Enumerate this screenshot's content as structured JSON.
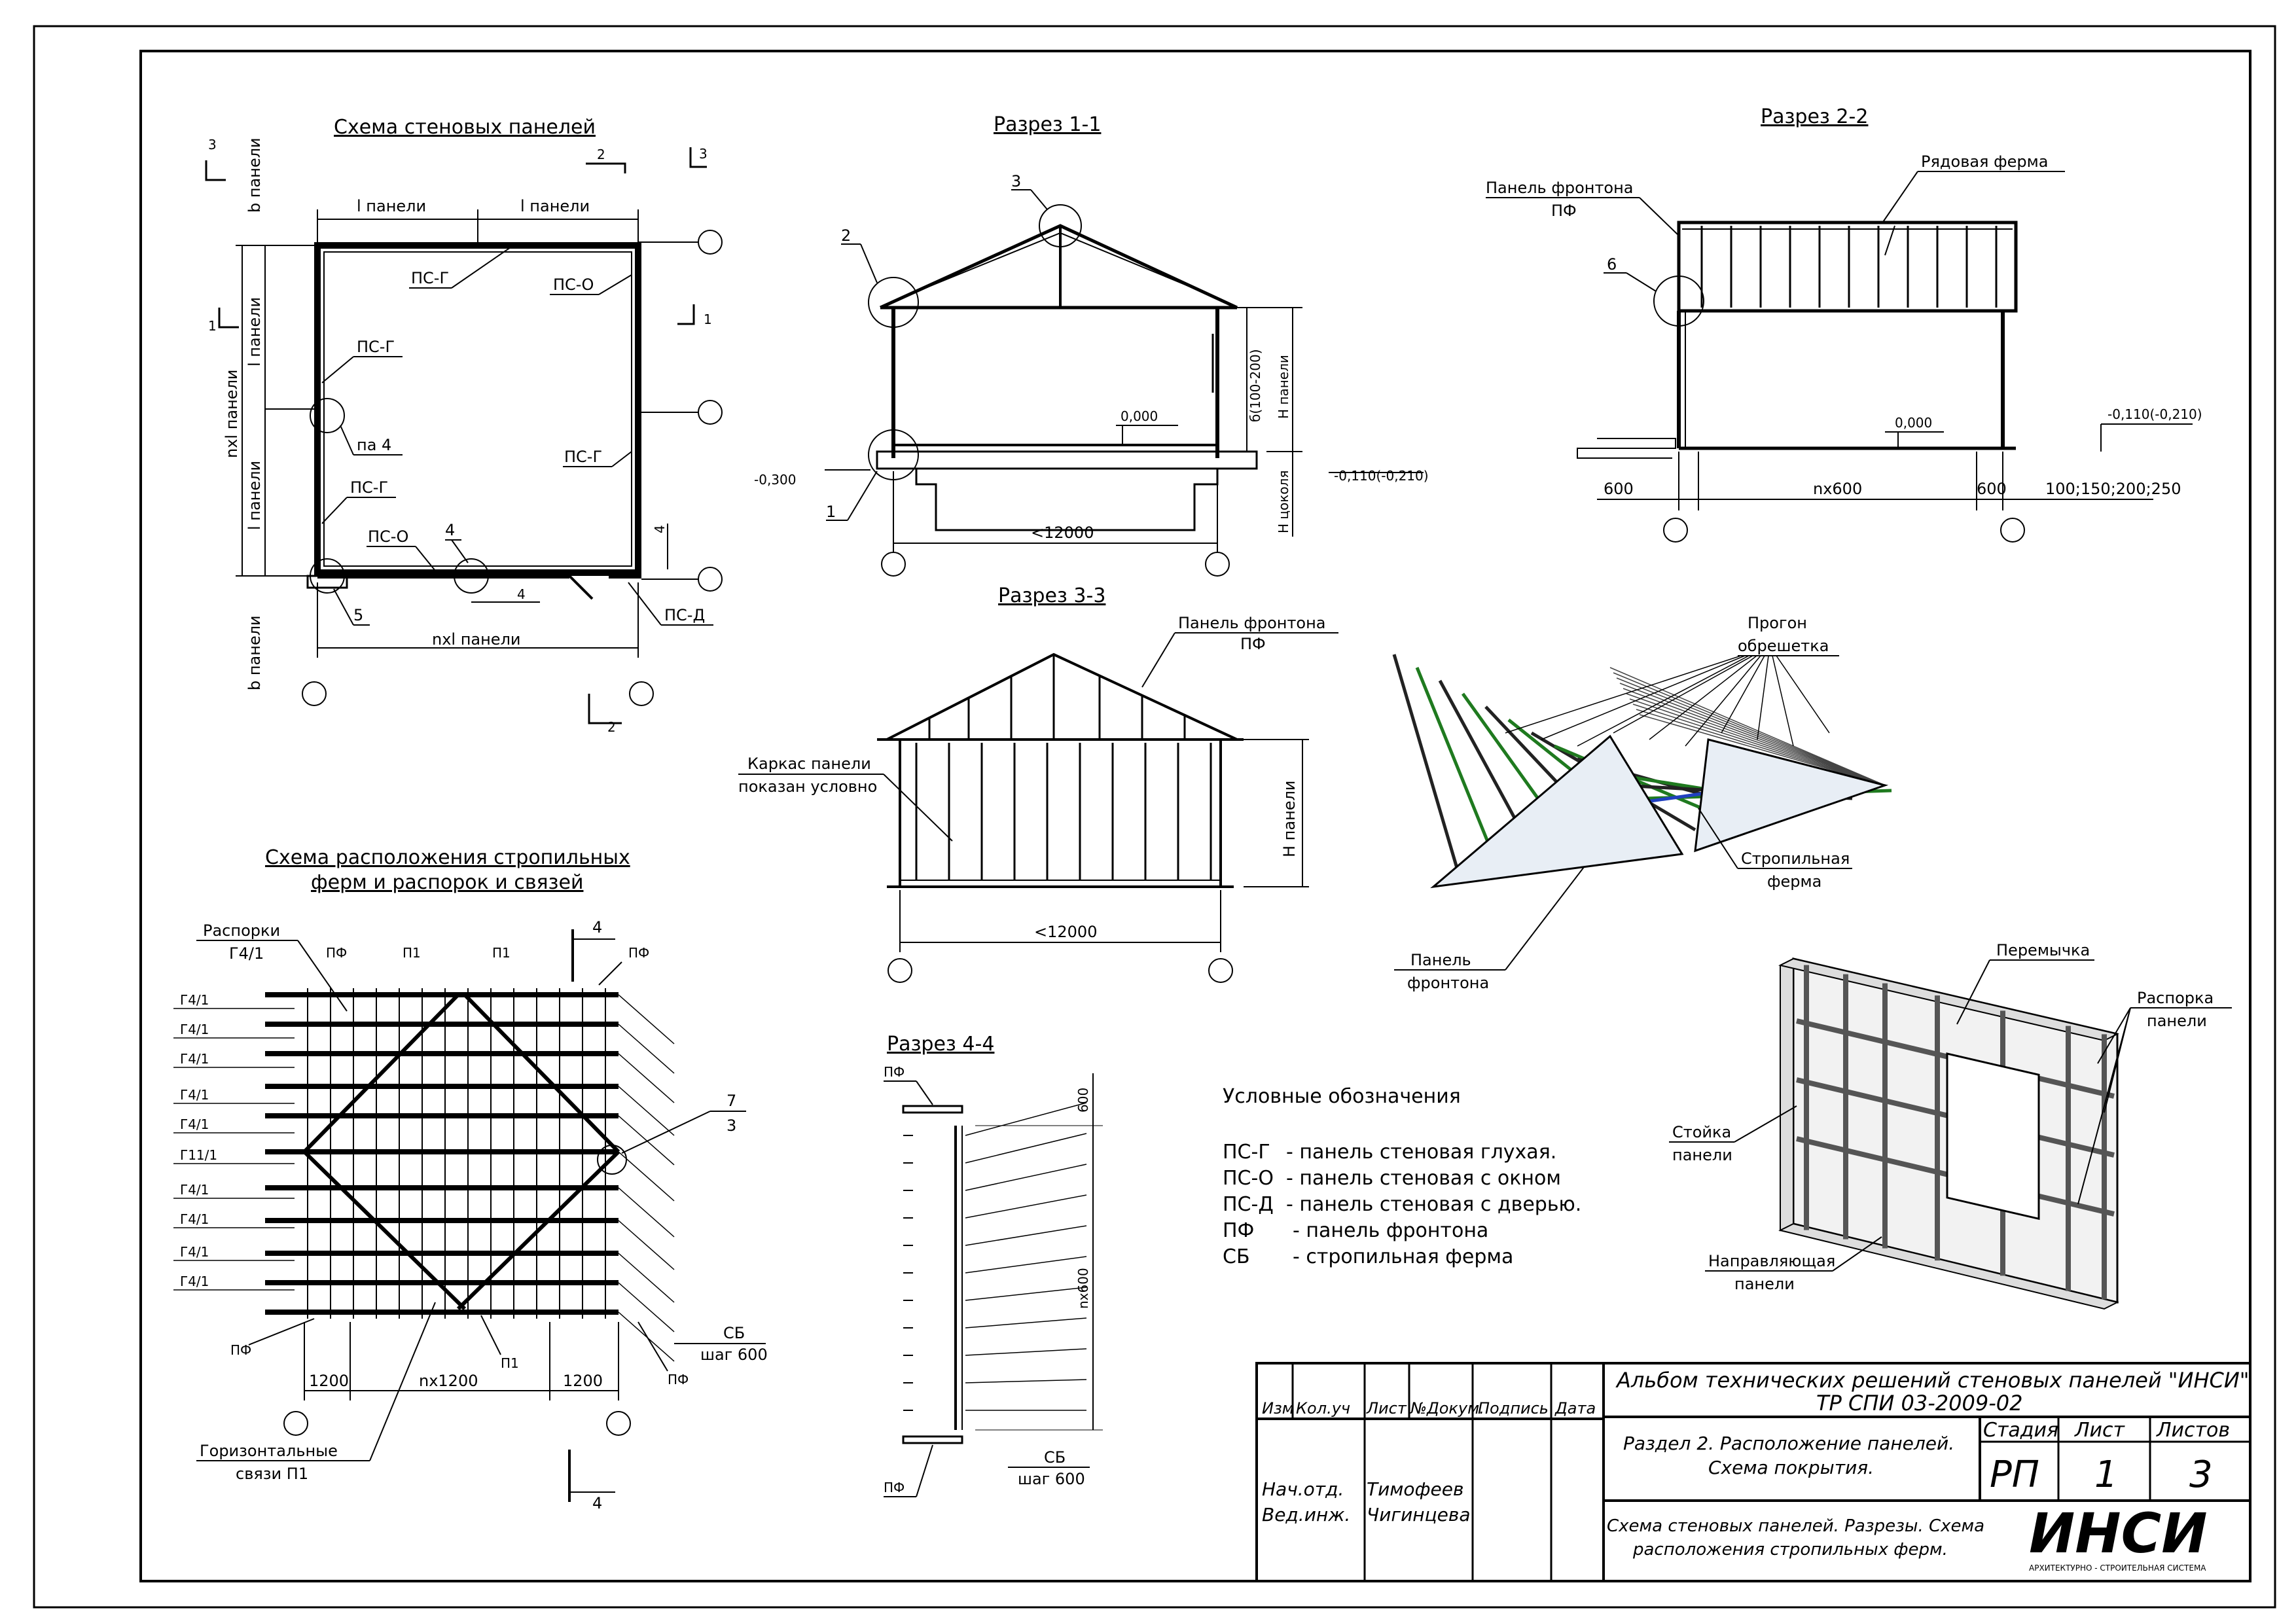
{
  "titles": {
    "wall_scheme": "Схема стеновых панелей",
    "section_1": "Разрез 1-1",
    "section_2": "Разрез 2-2",
    "section_3": "Разрез 3-3",
    "section_4": "Разрез 4-4",
    "truss_scheme_l1": "Схема расположения стропильных",
    "truss_scheme_l2": "ферм и распорок и связей"
  },
  "wall_scheme": {
    "l_panel": "l панели",
    "b_panel": "b панели",
    "n_l_panel": "nxl панели",
    "ps_g": "ПС-Г",
    "ps_o": "ПС-О",
    "ps_d": "ПС-Д",
    "pa4": "па 4",
    "c4": "4",
    "c5": "5",
    "cut1": "1",
    "cut2": "2",
    "cut3": "3"
  },
  "section_1": {
    "c2": "2",
    "c3": "3",
    "c1": "1",
    "h_panel": "H панели",
    "h_plinth": "H цоколя",
    "b_range": "б(100-200)",
    "zero": "0,000",
    "minus300": "-0,300",
    "minus110": "-0,110(-0,210)",
    "span": "<12000"
  },
  "section_2": {
    "gable_l1": "Панель фронтона",
    "gable_l2": "ПФ",
    "truss": "Рядовая ферма",
    "c6": "6",
    "zero": "0,000",
    "minus110": "-0,110(-0,210)",
    "d600a": "600",
    "d600b": "600",
    "dn600": "nх600",
    "dsizes": "100;150;200;250"
  },
  "section_3": {
    "gable_l1": "Панель фронтона",
    "gable_l2": "ПФ",
    "frame_l1": "Каркас панели",
    "frame_l2": "показан условно",
    "h_panel": "H панели",
    "span": "<12000"
  },
  "iso_roof": {
    "purlin_l1": "Прогон",
    "purlin_l2": "обрешетка",
    "truss_l1": "Стропильная",
    "truss_l2": "ферма",
    "gable_l1": "Панель",
    "gable_l2": "фронтона"
  },
  "iso_panel": {
    "lintel": "Перемычка",
    "brace_l1": "Распорка",
    "brace_l2": "панели",
    "stud_l1": "Стойка",
    "stud_l2": "панели",
    "guide_l1": "Направляющая",
    "guide_l2": "панели"
  },
  "truss_plan": {
    "braces_l1": "Распорки",
    "braces_l2": "Г4/1",
    "pf": "ПФ",
    "p1": "П1",
    "g41": "Г4/1",
    "g111": "Г11/1",
    "c7": "7",
    "c3": "3",
    "sb": "СБ",
    "step": "шаг 600",
    "d1200": "1200",
    "dn1200": "nх1200",
    "horiz_l1": "Горизонтальные",
    "horiz_l2": "связи П1",
    "cut4": "4"
  },
  "section_4": {
    "pf": "ПФ",
    "d600": "600",
    "dn600": "nх600",
    "sb": "СБ",
    "step": "шаг 600"
  },
  "legend": {
    "title": "Условные обозначения",
    "rows": [
      {
        "code": "ПС-Г",
        "text": "- панель стеновая глухая."
      },
      {
        "code": "ПС-О",
        "text": "- панель стеновая с окном"
      },
      {
        "code": "ПС-Д",
        "text": "- панель стеновая с дверью."
      },
      {
        "code": "ПФ",
        "text": "- панель фронтона"
      },
      {
        "code": "СБ",
        "text": "- стропильная ферма"
      }
    ]
  },
  "title_block": {
    "cols": [
      "Изм",
      "Кол.уч",
      "Лист",
      "№Докум.",
      "Подпись",
      "Дата"
    ],
    "album_l1": "Альбом технических решений стеновых панелей \"ИНСИ\"",
    "album_l2": "ТР СПИ 03-2009-02",
    "section_l1": "Раздел 2. Расположение панелей.",
    "section_l2": "Схема покрытия.",
    "h_stage": "Стадия",
    "h_sheet": "Лист",
    "h_sheets": "Листов",
    "v_stage": "РП",
    "v_sheet": "1",
    "v_sheets": "3",
    "r1_role": "Нач.отд.",
    "r1_name": "Тимофеев",
    "r2_role": "Вед.инж.",
    "r2_name": "Чигинцева",
    "desc_l1": "Схема стеновых панелей. Разрезы. Схема",
    "desc_l2": "расположения стропильных ферм.",
    "logo": "ИНСИ",
    "logo_sub": "АРХИТЕКТУРНО - СТРОИТЕЛЬНАЯ СИСТЕМА"
  },
  "colors": {
    "logo": "#3a6fb0",
    "iso_green": "#1f7a1f",
    "iso_blue": "#2040c0"
  }
}
